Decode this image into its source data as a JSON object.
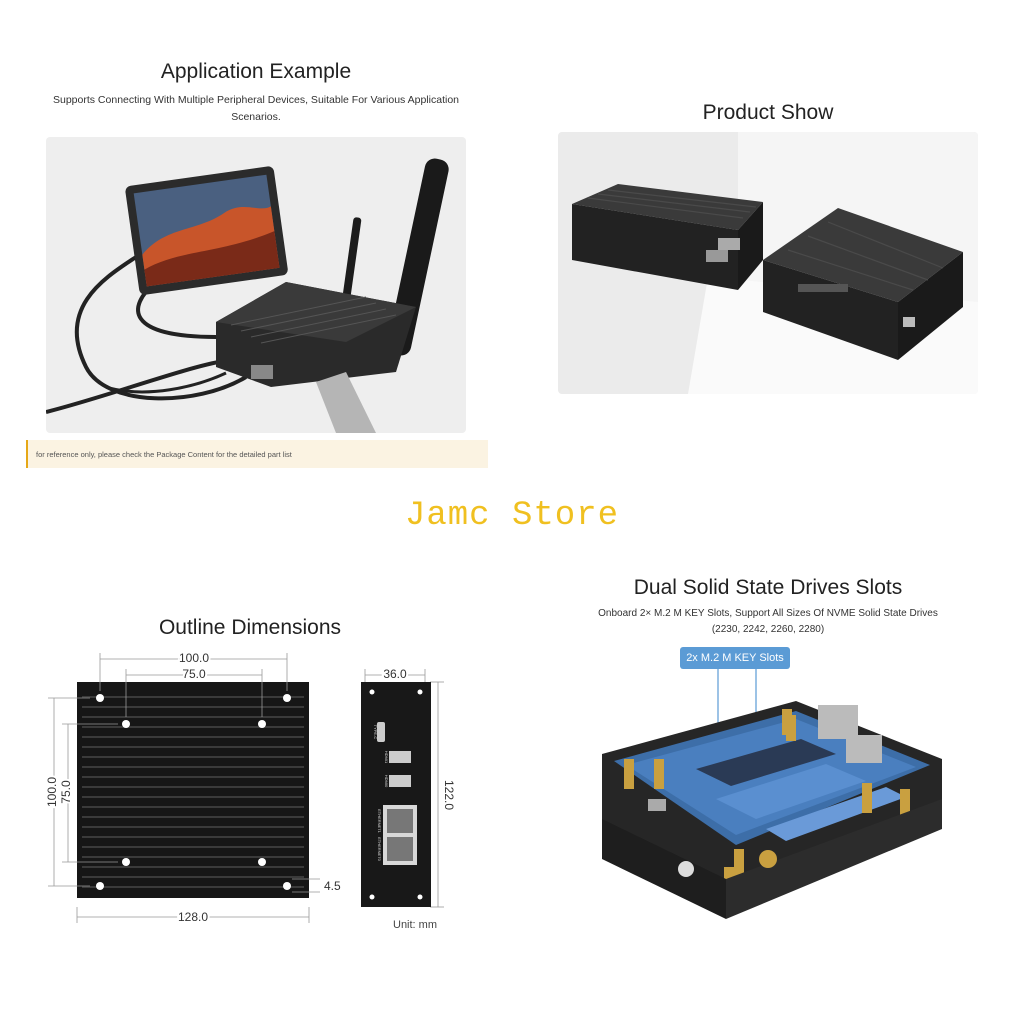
{
  "app_example": {
    "title": "Application Example",
    "subtitle_line1": "Supports Connecting With Multiple Peripheral Devices, Suitable For Various Application",
    "subtitle_line2": "Scenarios.",
    "note": "for reference only, please check the Package Content for the detailed part list"
  },
  "product_show": {
    "title": "Product Show"
  },
  "watermark": {
    "text": "Jamc Store",
    "color": "#f0c020"
  },
  "outline": {
    "title": "Outline Dimensions",
    "dims": {
      "width_outer": "100.0",
      "width_inner": "75.0",
      "height_outer": "100.0",
      "height_inner": "75.0",
      "length": "128.0",
      "offset": "4.5",
      "side_width": "36.0",
      "side_height": "122.0"
    },
    "port_labels": [
      "TYPE-C",
      "HDMI1",
      "HDMI0",
      "ETHERNET1",
      "ETHERNET0"
    ],
    "unit": "Unit: mm"
  },
  "ssd": {
    "title": "Dual Solid State Drives Slots",
    "subtitle_line1": "Onboard 2× M.2 M KEY Slots, Support All Sizes Of NVME Solid State Drives",
    "subtitle_line2": "(2230, 2242, 2260, 2280)",
    "callout": "2x M.2 M KEY Slots",
    "callout_color": "#5b9bd5"
  }
}
